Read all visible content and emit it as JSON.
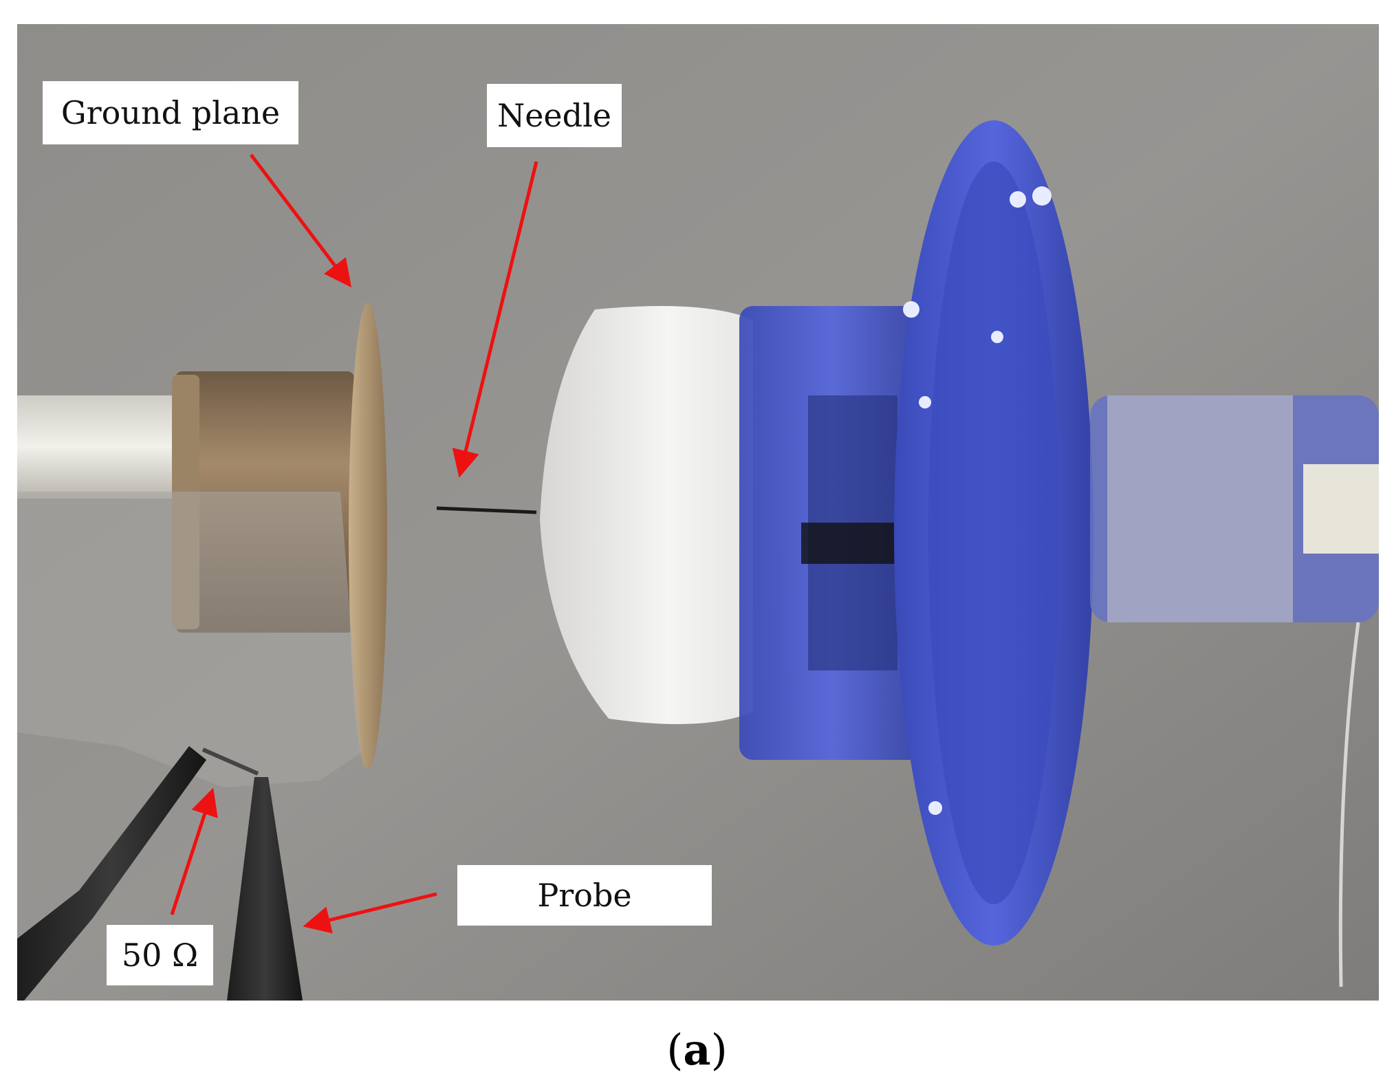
{
  "figure": {
    "labels": {
      "ground_plane": "Ground plane",
      "needle": "Needle",
      "probe": "Probe",
      "resistor": "50 Ω"
    },
    "caption_label": "a",
    "colors": {
      "arrow": "#ee1111",
      "background_wall": "#8a8886",
      "flange_blue": "#4a5cd6",
      "electrode_brass": "#8c7458"
    }
  }
}
